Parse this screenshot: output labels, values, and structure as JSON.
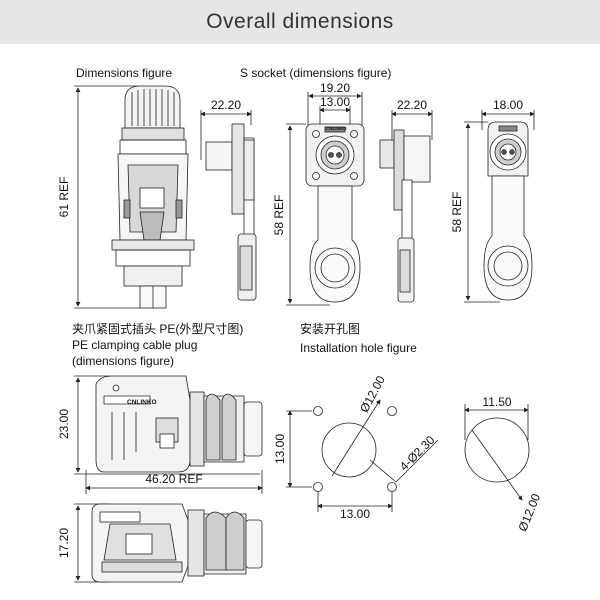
{
  "header": {
    "title": "Overall dimensions"
  },
  "labels": {
    "dimensions_figure": "Dimensions figure",
    "socket_title": "S socket (dimensions figure)",
    "plug_title_cn": "夹爪紧固式插头 PE(外型尺寸图)",
    "plug_title_en_1": "PE clamping cable plug",
    "plug_title_en_2": "(dimensions figure)",
    "install_title_cn": "安装开孔图",
    "install_title_en": "Installation hole figure"
  },
  "dims": {
    "plug_height": "61 REF",
    "socket_side_width_a": "22.20",
    "socket_front_outer": "19.20",
    "socket_front_inner": "13.00",
    "socket_height_a": "58 REF",
    "socket_side_width_b": "22.20",
    "socket_front_width_b": "18.00",
    "socket_height_b": "58 REF",
    "pe_height": "23.00",
    "pe_length": "46.20 REF",
    "pe_bottom_height": "17.20",
    "hole_circle_dia": "Ø12.00",
    "hole_small": "4-Ø2.30",
    "hole_vertical": "13.00",
    "hole_horizontal": "13.00",
    "round_width": "11.50",
    "round_dia": "Ø12.00"
  },
  "logo_text": "CNLINKO"
}
